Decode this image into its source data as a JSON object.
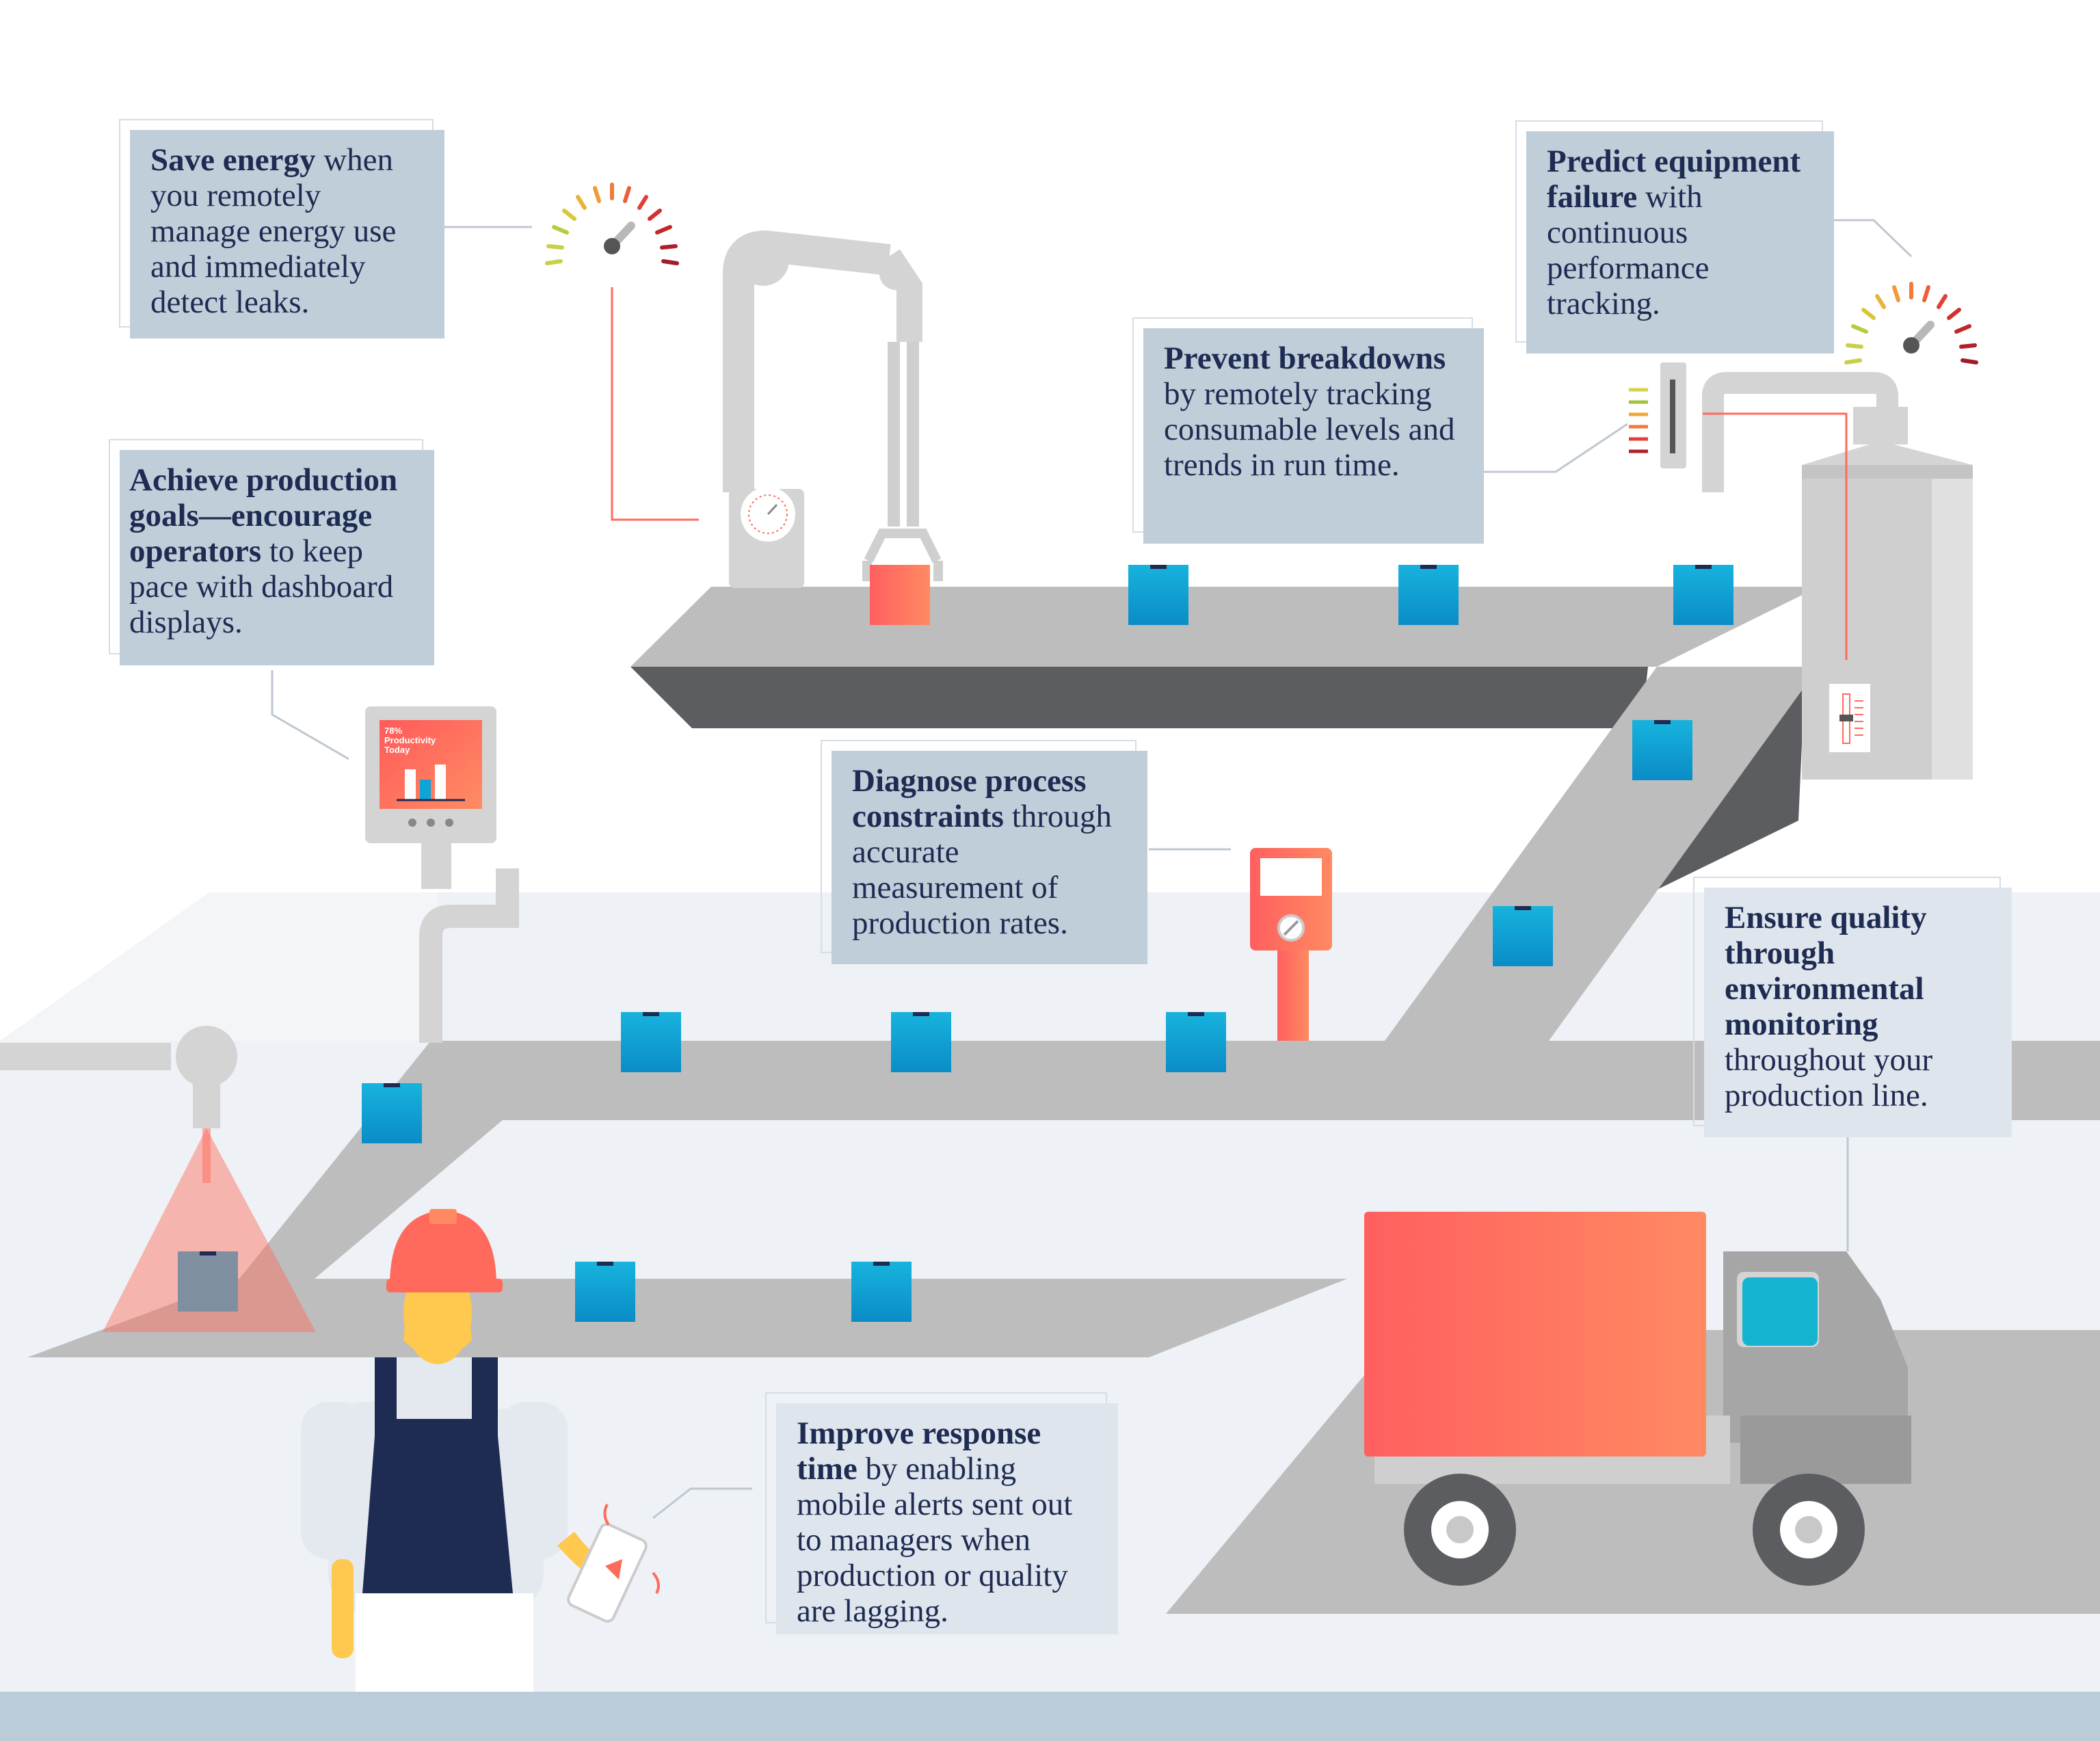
{
  "callouts": {
    "save_energy": {
      "bold": "Save energy",
      "rest": " when you remotely manage energy use and immediately detect leaks."
    },
    "predict_failure": {
      "bold": "Predict equipment failure",
      "rest": " with continuous performance tracking."
    },
    "prevent_breakdowns": {
      "bold": "Prevent breakdowns",
      "rest": " by remotely tracking consumable levels and trends in run time."
    },
    "achieve_goals": {
      "bold": "Achieve production goals—encourage operators",
      "rest": " to keep pace with dashboard displays."
    },
    "diagnose": {
      "bold": "Diagnose process constraints",
      "rest": " through accurate measurement of production rates."
    },
    "ensure_quality": {
      "bold": "Ensure quality through environmental monitoring",
      "rest": " throughout your production line."
    },
    "improve_response": {
      "bold": "Improve response time",
      "rest": " by enabling mobile alerts sent out to managers when production or quality are lagging."
    }
  },
  "dashboard": {
    "line1": "78%",
    "line2": "Productivity",
    "line3": "Today"
  },
  "colors": {
    "card": "#c0ced9",
    "text": "#1e2b52",
    "conveyor": "#bdbdbd",
    "box_blue": "#0fa4d6",
    "coral": "#ff6a5c",
    "floor": "#eef1f5",
    "band": "#bccbd8"
  }
}
